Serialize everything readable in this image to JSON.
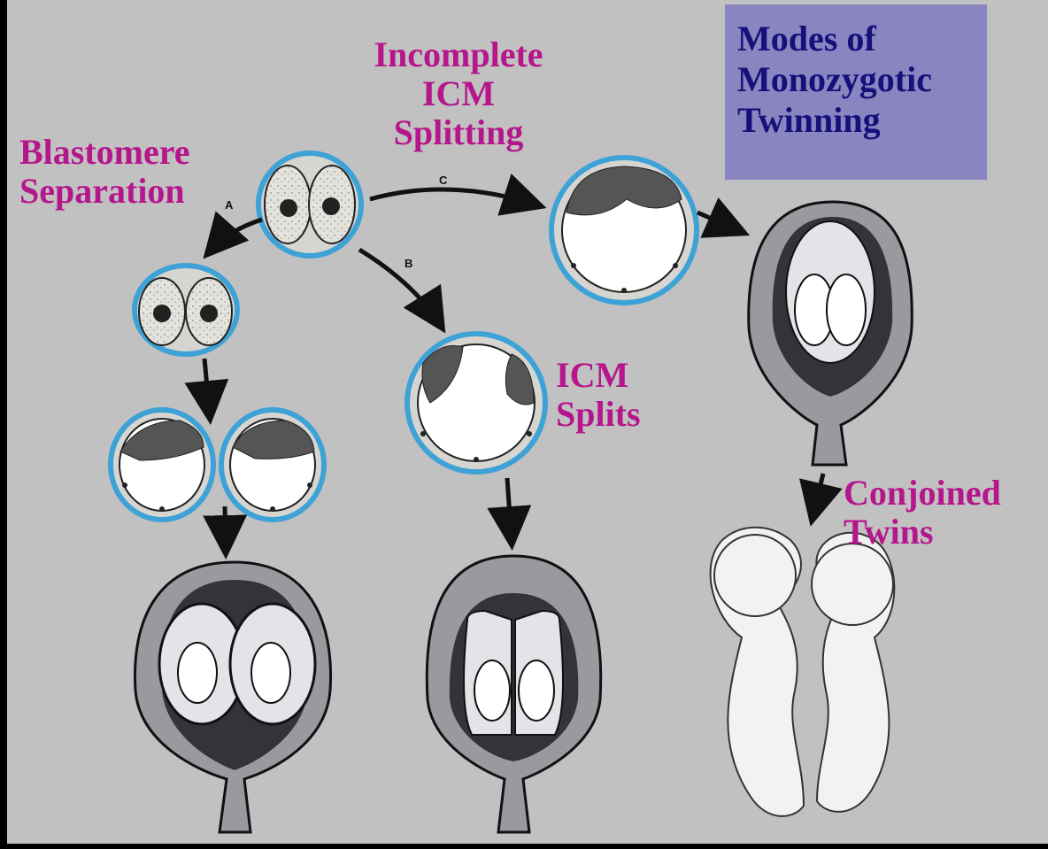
{
  "title": [
    "Modes of",
    "Monozygotic",
    "Twinning"
  ],
  "labels": {
    "blastomere": [
      "Blastomere",
      "Separation"
    ],
    "incomplete": [
      "Incomplete",
      "ICM",
      "Splitting"
    ],
    "icm_splits": [
      "ICM",
      "Splits"
    ],
    "conjoined": [
      "Conjoined",
      "Twins"
    ]
  },
  "path_letters": {
    "a": "A",
    "b": "B",
    "c": "C"
  },
  "colors": {
    "label": "#b5168c",
    "title_text": "#16107a",
    "title_box": "#8885c0",
    "background": "#c2c1c2",
    "zona_ring": "#3ea2d6"
  }
}
